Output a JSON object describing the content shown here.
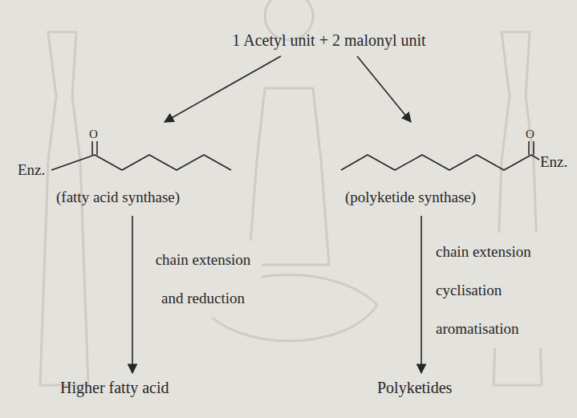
{
  "diagram": {
    "nodes": [
      {
        "text": [
          "1 Acetyl unit + 2 malonyl unit"
        ]
      },
      {
        "text": [
          "Enz.",
          "(fatty acid synthase)"
        ]
      },
      {
        "text": [
          "Enz.",
          "(polyketide synthase)"
        ]
      },
      {
        "text": [
          "Higher fatty acid"
        ]
      },
      {
        "text": [
          "Polyketides"
        ]
      }
    ],
    "edges": [
      {
        "from": 0,
        "to": 1,
        "arrow": "to"
      },
      {
        "from": 0,
        "to": 2,
        "arrow": "to"
      },
      {
        "from": 1,
        "to": 3,
        "label": "chain extension and reduction",
        "arrow": "to"
      },
      {
        "from": 2,
        "to": 4,
        "label": "chain extension cyclisation aromatisation",
        "arrow": "to"
      }
    ],
    "labels": [
      "O",
      "O"
    ]
  }
}
